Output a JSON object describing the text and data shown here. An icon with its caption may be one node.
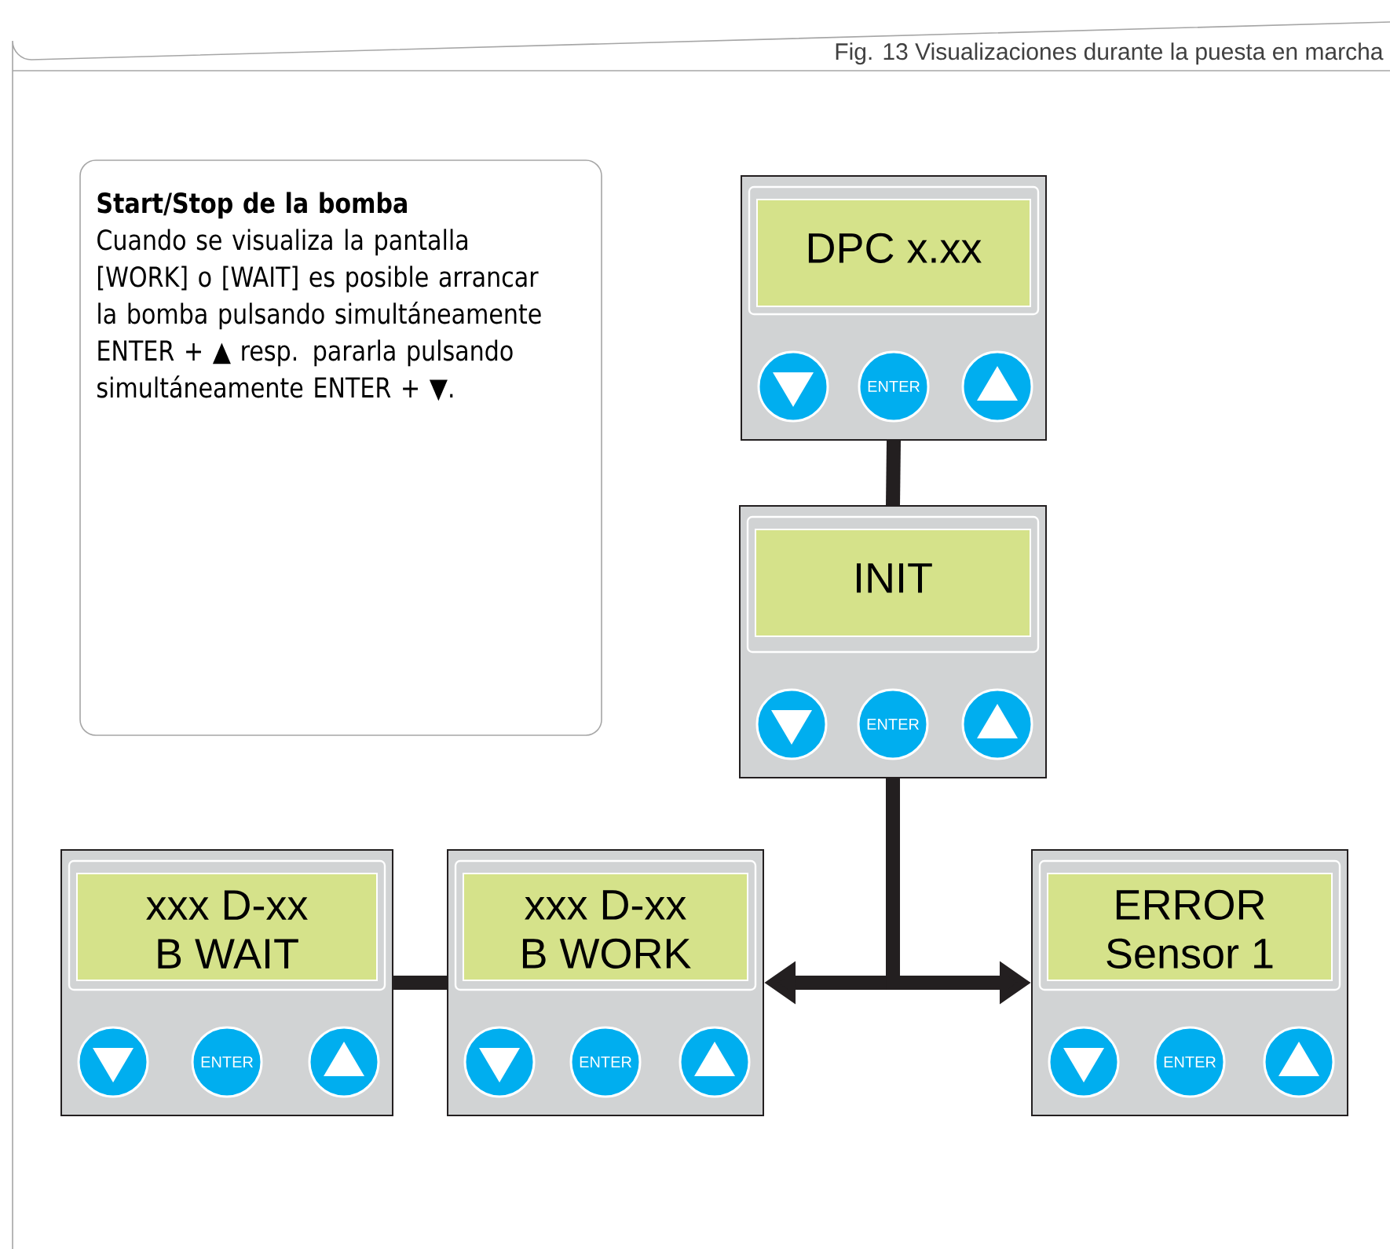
{
  "diagram": {
    "title": "Fig. 13 Visualizaciones durante la puesta en marcha",
    "nodes": [
      {
        "text": [
          "Start/Stop de la bomba",
          "Cuando se visualiza la pantalla [WORK] o [WAIT] es posible arrancar la bomba pulsando simultáneamente ENTER + ▲ resp. pararla pulsando simultáneamente ENTER + ▼."
        ]
      },
      {
        "text": [
          "DPC x.xx"
        ]
      },
      {
        "text": [
          "INIT"
        ]
      },
      {
        "text": [
          "xxx  D-xx",
          "B  WAIT"
        ]
      },
      {
        "text": [
          "xxx  D-xx",
          "B  WORK"
        ]
      },
      {
        "text": [
          "ERROR",
          "Sensor 1"
        ]
      },
      {
        "text": [
          "ENTER"
        ],
        "in": 1
      },
      {
        "text": [
          "ENTER"
        ],
        "in": 2
      },
      {
        "text": [
          "ENTER"
        ],
        "in": 3
      },
      {
        "text": [
          "ENTER"
        ],
        "in": 4
      },
      {
        "text": [
          "ENTER"
        ],
        "in": 5
      }
    ],
    "edges": [
      {
        "from": 1,
        "to": 2,
        "arrow": "none"
      },
      {
        "from": 2,
        "to": 4,
        "arrow": "to"
      },
      {
        "from": 2,
        "to": 5,
        "arrow": "to"
      },
      {
        "from": 3,
        "to": 4,
        "arrow": "none"
      }
    ]
  }
}
